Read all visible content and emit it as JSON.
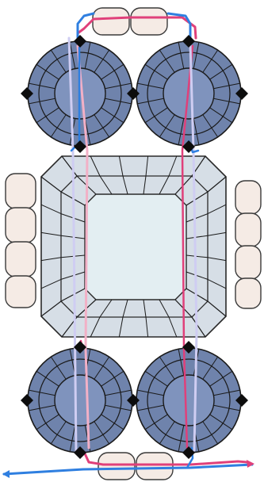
{
  "colors": {
    "background": "#ffffff",
    "roundel_fill": "#6f83ac",
    "roundel_inner": "#7f93bd",
    "roundel_stroke": "#1a1a1a",
    "node_marker": "#0d0d0d",
    "frame_fill": "#d6dee6",
    "frame_inner": "#e3eef2",
    "frame_stroke": "#2a2a2a",
    "pad_fill": "#f5ebe5",
    "pad_stroke": "#3a3a3a",
    "trace_blue": "#2f7fe0",
    "trace_pink": "#e0407a",
    "trace_light_pink": "#f2b0c6",
    "trace_lavender": "#cfcdf2"
  },
  "components": {
    "roundels": [
      "top-left",
      "top-right",
      "bottom-left",
      "bottom-right"
    ],
    "center_frame": "octagonal-cushion",
    "pad_groups": [
      "top",
      "bottom",
      "left",
      "right"
    ]
  }
}
